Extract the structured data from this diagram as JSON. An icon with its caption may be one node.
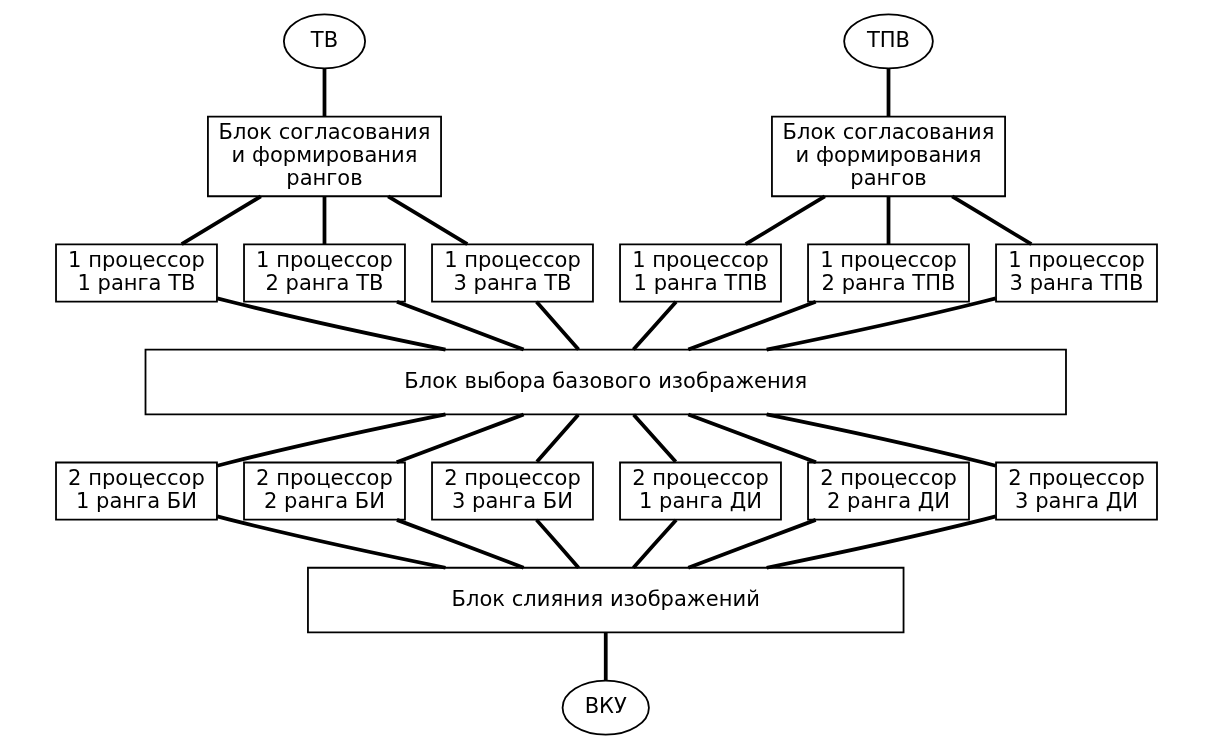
{
  "diagram": {
    "nodes": [
      {
        "text": [
          "ТВ"
        ]
      },
      {
        "text": [
          "ТПВ"
        ]
      },
      {
        "text": [
          "Блок согласования и формирования рангов"
        ]
      },
      {
        "text": [
          "Блок согласования и формирования рангов"
        ]
      },
      {
        "text": [
          "1 процессор 1 ранга ТВ"
        ]
      },
      {
        "text": [
          "1 процессор 2 ранга ТВ"
        ]
      },
      {
        "text": [
          "1 процессор 3 ранга ТВ"
        ]
      },
      {
        "text": [
          "1 процессор 1 ранга ТПВ"
        ]
      },
      {
        "text": [
          "1 процессор 2 ранга ТПВ"
        ]
      },
      {
        "text": [
          "1 процессор 3 ранга ТПВ"
        ]
      },
      {
        "text": [
          "Блок выбора базового изображения"
        ]
      },
      {
        "text": [
          "2 процессор 1 ранга БИ"
        ]
      },
      {
        "text": [
          "2 процессор 2 ранга БИ"
        ]
      },
      {
        "text": [
          "2 процессор 3 ранга БИ"
        ]
      },
      {
        "text": [
          "2 процессор 1 ранга ДИ"
        ]
      },
      {
        "text": [
          "2 процессор 2 ранга ДИ"
        ]
      },
      {
        "text": [
          "2 процессор 3 ранга ДИ"
        ]
      },
      {
        "text": [
          "Блок слияния изображений"
        ]
      },
      {
        "text": [
          "ВКУ"
        ]
      }
    ],
    "edges": [
      {
        "from": 0,
        "to": 2,
        "arrow": "none"
      },
      {
        "from": 1,
        "to": 3,
        "arrow": "none"
      },
      {
        "from": 2,
        "to": 4,
        "arrow": "none"
      },
      {
        "from": 2,
        "to": 5,
        "arrow": "none"
      },
      {
        "from": 2,
        "to": 6,
        "arrow": "none"
      },
      {
        "from": 3,
        "to": 7,
        "arrow": "none"
      },
      {
        "from": 3,
        "to": 8,
        "arrow": "none"
      },
      {
        "from": 3,
        "to": 9,
        "arrow": "none"
      },
      {
        "from": 4,
        "to": 10,
        "arrow": "none"
      },
      {
        "from": 5,
        "to": 10,
        "arrow": "none"
      },
      {
        "from": 6,
        "to": 10,
        "arrow": "none"
      },
      {
        "from": 7,
        "to": 10,
        "arrow": "none"
      },
      {
        "from": 8,
        "to": 10,
        "arrow": "none"
      },
      {
        "from": 9,
        "to": 10,
        "arrow": "none"
      },
      {
        "from": 10,
        "to": 11,
        "arrow": "none"
      },
      {
        "from": 10,
        "to": 12,
        "arrow": "none"
      },
      {
        "from": 10,
        "to": 13,
        "arrow": "none"
      },
      {
        "from": 10,
        "to": 14,
        "arrow": "none"
      },
      {
        "from": 10,
        "to": 15,
        "arrow": "none"
      },
      {
        "from": 10,
        "to": 16,
        "arrow": "none"
      },
      {
        "from": 11,
        "to": 17,
        "arrow": "none"
      },
      {
        "from": 12,
        "to": 17,
        "arrow": "none"
      },
      {
        "from": 13,
        "to": 17,
        "arrow": "none"
      },
      {
        "from": 14,
        "to": 17,
        "arrow": "none"
      },
      {
        "from": 15,
        "to": 17,
        "arrow": "none"
      },
      {
        "from": 16,
        "to": 17,
        "arrow": "none"
      },
      {
        "from": 17,
        "to": 18,
        "arrow": "none"
      }
    ]
  }
}
